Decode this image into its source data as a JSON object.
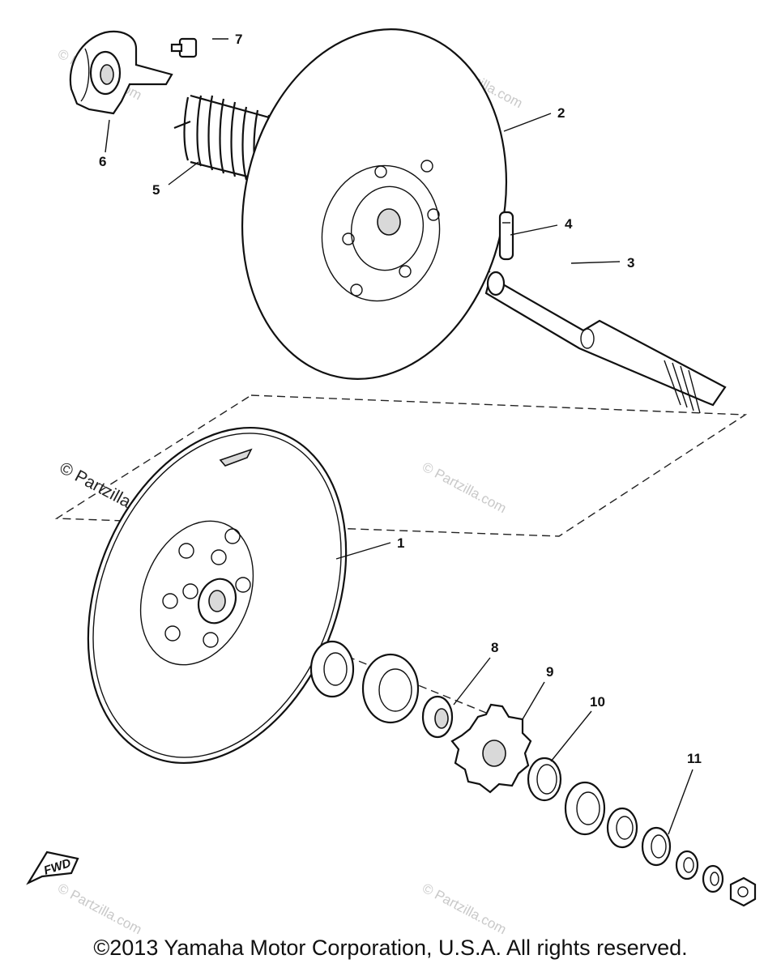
{
  "diagram": {
    "callouts": [
      "1",
      "2",
      "3",
      "4",
      "5",
      "6",
      "7",
      "8",
      "9",
      "10",
      "11"
    ],
    "fwd_label": "FWD",
    "watermark_main": "© Partzilla.com",
    "watermark_faint": "© Partzilla.com"
  },
  "footer": {
    "copyright": "©2013 Yamaha Motor Corporation, U.S.A. All rights reserved."
  }
}
